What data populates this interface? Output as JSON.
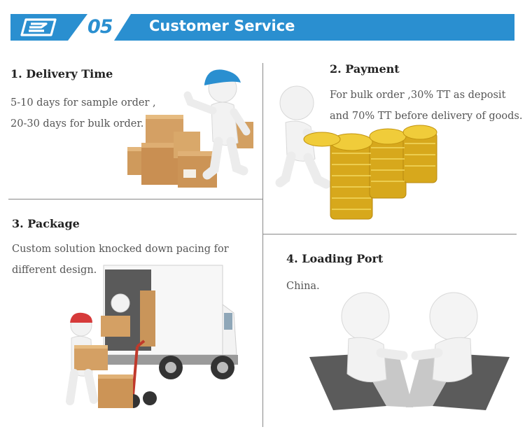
{
  "header": {
    "section_number": "05",
    "title": "Customer Service",
    "logo_icon": "brand-logo-icon",
    "colors": {
      "bar": "#2a8fd0",
      "number": "#2a8fd0"
    }
  },
  "sections": [
    {
      "heading": "1.  Delivery Time",
      "lines": [
        "5-10 days for sample order ,",
        "20-30 days for bulk order."
      ]
    },
    {
      "heading": "2.  Payment",
      "lines": [
        "For bulk order ,30% TT as deposit",
        "and 70% TT before delivery of goods."
      ]
    },
    {
      "heading": "3.  Package",
      "lines": [
        "Custom solution knocked down pacing for",
        "different design."
      ]
    },
    {
      "heading": "4.  Loading Port",
      "lines": [
        "China."
      ]
    }
  ]
}
